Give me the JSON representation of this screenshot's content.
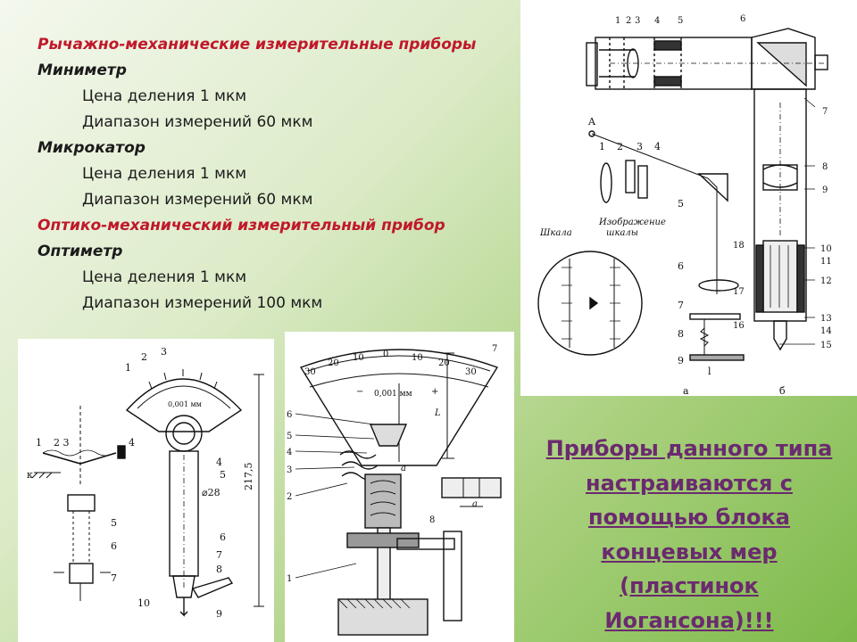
{
  "slide": {
    "heading1": "Рычажно-механические измерительные приборы",
    "device1": {
      "name": "Миниметр",
      "division": "Цена деления 1 мкм",
      "range": "Диапазон измерений 60 мкм"
    },
    "device2": {
      "name": "Микрокатор",
      "division": "Цена деления 1 мкм",
      "range": "Диапазон измерений 60 мкм"
    },
    "heading2": "Оптико-механический измерительный прибор",
    "device3": {
      "name": "Оптиметр",
      "division": "Цена деления 1 мкм",
      "range": "Диапазон измерений 100 мкм"
    },
    "note": {
      "l1": "Приборы данного типа",
      "l2": "настраиваются с",
      "l3": "помощью блока",
      "l4": "концевых мер",
      "l5": "(пластинок",
      "l6": "Иогансона)!!!"
    }
  },
  "optimeter_fig": {
    "nums_top": [
      "1",
      "2",
      "3",
      "4",
      "5",
      "6"
    ],
    "nums_right": [
      "7",
      "8",
      "9",
      "10",
      "11",
      "12",
      "13",
      "14",
      "15"
    ],
    "nums_left": [
      "18",
      "17",
      "16"
    ],
    "A": "A",
    "scale": "Шкала",
    "image_l1": "Изображение",
    "image_l2": "шкалы",
    "ray_nums": [
      "1",
      "2",
      "3",
      "4",
      "5",
      "6",
      "7",
      "8",
      "9"
    ],
    "l": "l",
    "a": "а",
    "b": "б"
  },
  "minimeter_fig": {
    "labels": [
      "1",
      "2",
      "3",
      "4",
      "5",
      "6",
      "7",
      "8",
      "9",
      "10"
    ],
    "scale_text": "0,001 мм",
    "diameter": "⌀28",
    "height": "217,5",
    "k": "к",
    "left_nums": [
      "1",
      "2 3",
      "4",
      "5",
      "6",
      "7"
    ]
  },
  "microcator_fig": {
    "ticks": [
      "30",
      "20",
      "10",
      "0",
      "10",
      "20",
      "30"
    ],
    "scale_text": "0,001 мм",
    "minus": "−",
    "plus": "+",
    "nums_left": [
      "6",
      "5",
      "4",
      "3",
      "2",
      "1"
    ],
    "nums_right": [
      "7",
      "8"
    ],
    "L": "L",
    "a": "a"
  }
}
